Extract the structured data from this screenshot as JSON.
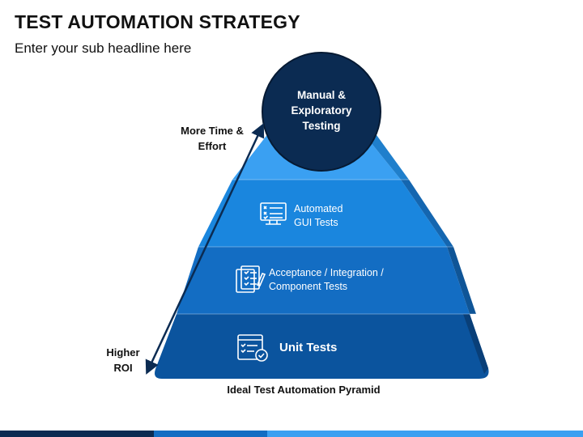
{
  "header": {
    "title": "TEST AUTOMATION STRATEGY",
    "subtitle": "Enter your sub headline here"
  },
  "pyramid": {
    "top": "Manual & Exploratory Testing",
    "tiers": [
      {
        "label": "Automated GUI Tests",
        "icon": "gui-test-icon"
      },
      {
        "label": "Acceptance / Integration / Component Tests",
        "icon": "checklist-icon"
      },
      {
        "label": "Unit Tests",
        "icon": "unit-test-icon"
      }
    ],
    "caption": "Ideal Test Automation Pyramid"
  },
  "arrow": {
    "top_label": "More Time & Effort",
    "bottom_label": "Higher ROI"
  },
  "colors": {
    "tier1": "#3AA0F2",
    "tier2": "#1A86DE",
    "tier3": "#136DC3",
    "tier4": "#0B549E",
    "circle": "#0B2B52",
    "bar": "#0B2B52"
  }
}
